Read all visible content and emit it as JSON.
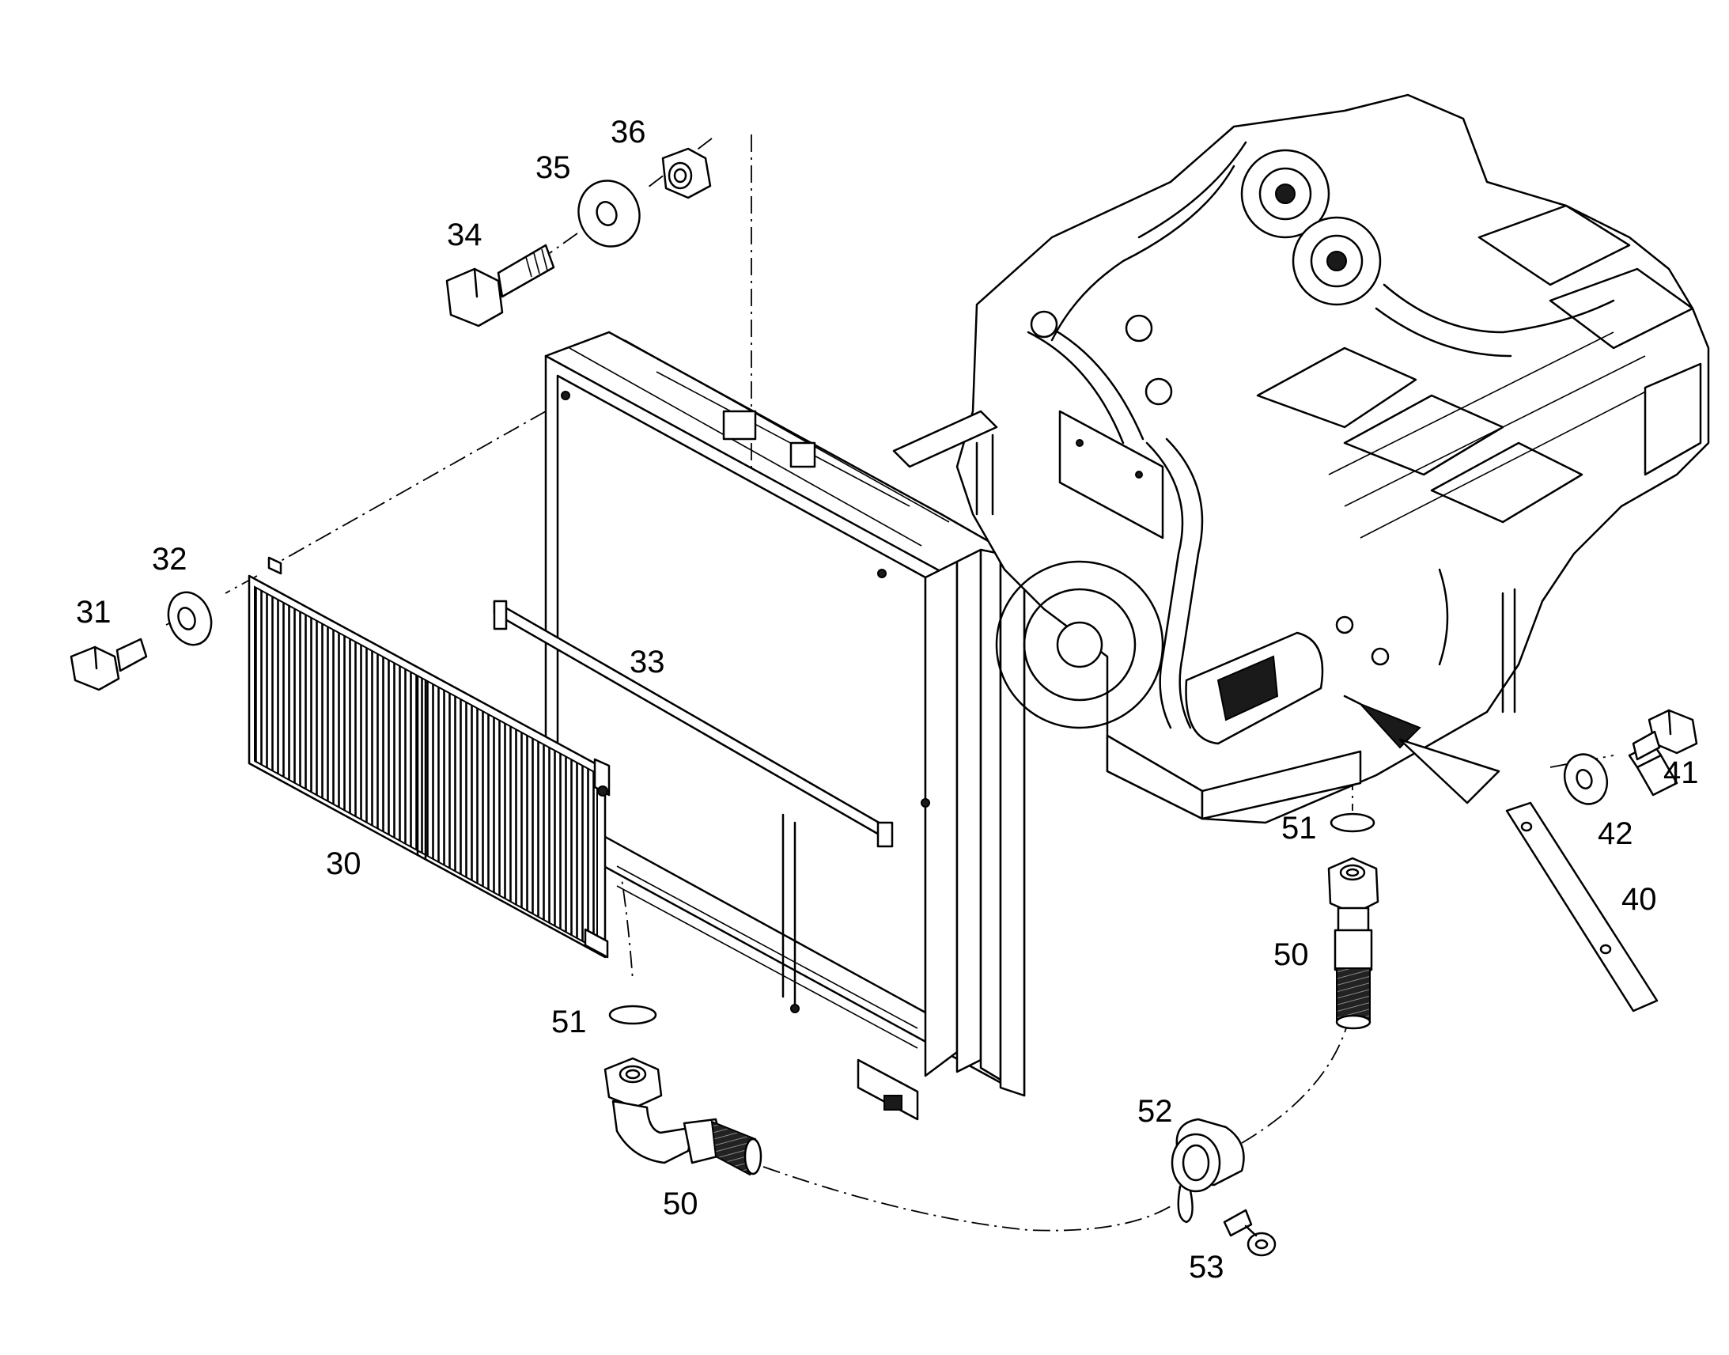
{
  "labels": {
    "l30": "30",
    "l31": "31",
    "l32": "32",
    "l33": "33",
    "l34": "34",
    "l35": "35",
    "l36": "36",
    "l40": "40",
    "l41": "41",
    "l42": "42",
    "l50a": "50",
    "l50b": "50",
    "l51a": "51",
    "l51b": "51",
    "l52": "52",
    "l53": "53"
  },
  "colors": {
    "line": "#000000",
    "background": "#ffffff",
    "dark_fill": "#1a1a1a"
  }
}
